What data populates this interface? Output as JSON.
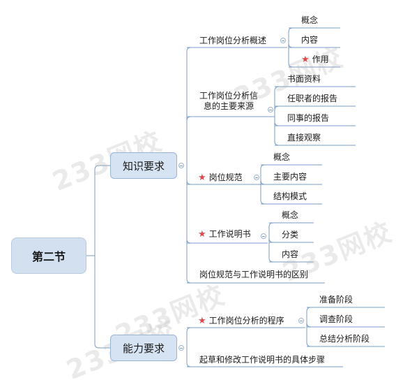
{
  "root": "第二节",
  "branches": [
    {
      "label": "知识要求",
      "children": [
        {
          "label": "工作岗位分析概述",
          "star": false,
          "children": [
            {
              "label": "概念",
              "star": false
            },
            {
              "label": "内容",
              "star": false
            },
            {
              "label": "作用",
              "star": true
            }
          ]
        },
        {
          "label": "工作岗位分析信息的主要来源",
          "star": false,
          "lines": [
            "工作岗位分析信",
            "息的主要来源"
          ],
          "children": [
            {
              "label": "书面资料",
              "star": false
            },
            {
              "label": "任职者的报告",
              "star": false
            },
            {
              "label": "同事的报告",
              "star": false
            },
            {
              "label": "直接观察",
              "star": false
            }
          ]
        },
        {
          "label": "岗位规范",
          "star": true,
          "children": [
            {
              "label": "概念",
              "star": false
            },
            {
              "label": "主要内容",
              "star": false
            },
            {
              "label": "结构模式",
              "star": false
            }
          ]
        },
        {
          "label": "工作说明书",
          "star": true,
          "children": [
            {
              "label": "概念",
              "star": false
            },
            {
              "label": "分类",
              "star": false
            },
            {
              "label": "内容",
              "star": false
            }
          ]
        },
        {
          "label": "岗位规范与工作说明书的区别",
          "star": false,
          "children": []
        }
      ]
    },
    {
      "label": "能力要求",
      "children": [
        {
          "label": "工作岗位分析的程序",
          "star": true,
          "children": [
            {
              "label": "准备阶段",
              "star": false
            },
            {
              "label": "调查阶段",
              "star": false
            },
            {
              "label": "总结分析阶段",
              "star": false
            }
          ]
        },
        {
          "label": "起草和修改工作说明书的具体步骤",
          "star": false,
          "children": []
        }
      ]
    }
  ],
  "watermark": "233网校",
  "icons": {
    "star": "star-icon",
    "collapse": "collapse-icon"
  },
  "colors": {
    "line": "#7a9cc4",
    "box_fill": "#d6e3f2",
    "star": "#e0474c"
  }
}
